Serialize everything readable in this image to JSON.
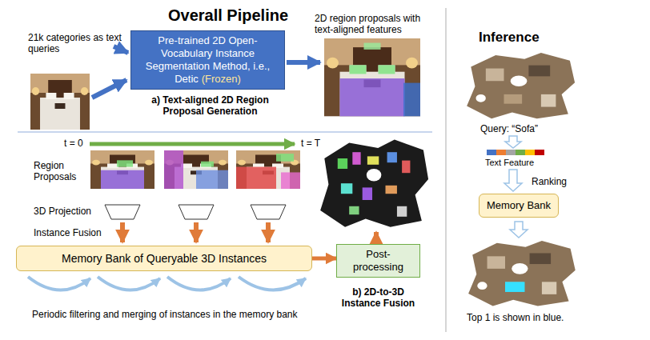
{
  "diagram": {
    "title": "Overall Pipeline",
    "nodes": [
      {
        "text": [
          "Pre-trained 2D Open-Vocabulary Instance Segmentation Method, i.e., Detic",
          "(Frozen)"
        ]
      },
      {
        "text": [
          "Memory Bank of Queryable 3D Instances"
        ]
      },
      {
        "text": [
          "Post-processing"
        ]
      },
      {
        "text": [
          "Memory Bank"
        ]
      }
    ],
    "edges": [
      {
        "from": 1,
        "to": 2,
        "arrow": "to"
      }
    ],
    "labels": [
      "21k categories as text queries",
      "a) Text-aligned 2D Region Proposal Generation",
      "2D region proposals with text-aligned features",
      "t = 0",
      "t = T",
      "Region Proposals",
      "3D Projection",
      "Instance Fusion",
      "Periodic filtering and merging of instances in the memory bank",
      "b) 2D-to-3D Instance Fusion",
      "Inference",
      "Query: “Sofa”",
      "Text Feature",
      "Ranking",
      "Top 1 is shown in blue."
    ]
  }
}
